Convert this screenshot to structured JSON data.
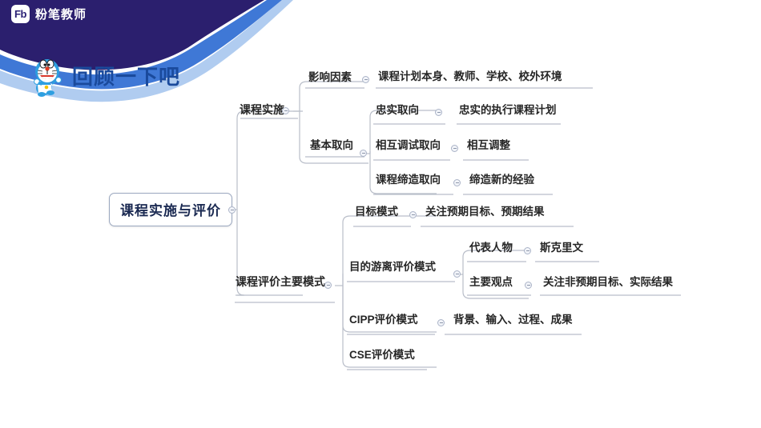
{
  "banner": {
    "logo_mark": "Fb",
    "brand": "粉笔教师",
    "colors": {
      "navy": "#2b1f6e",
      "blue": "#3a74d8",
      "light_blue": "#6aa6e8"
    }
  },
  "heading": {
    "mascot": "doraemon-icon",
    "title": "回顾一下吧",
    "color": "#1a4a9c"
  },
  "mindmap": {
    "root": "课程实施与评价",
    "toggle_icon": "collapse-toggle-icon",
    "nodes": {
      "l1_a": "课程实施",
      "l1_b": "课程评价主要模式",
      "l2_a1": "影响因素",
      "l2_a2": "基本取向",
      "l3_a1": "课程计划本身、教师、学校、校外环境",
      "l3_a2": "忠实取向",
      "l3_a3": "相互调试取向",
      "l3_a4": "课程缔造取向",
      "l4_a2": "忠实的执行课程计划",
      "l4_a3": "相互调整",
      "l4_a4": "缔造新的经验",
      "l2_b1": "目标模式",
      "l2_b2": "目的游离评价模式",
      "l2_b3": "CIPP评价模式",
      "l2_b4": "CSE评价模式",
      "l3_b1": "关注预期目标、预期结果",
      "l3_b2a": "代表人物",
      "l3_b2b": "主要观点",
      "l3_b3": "背景、输入、过程、成果",
      "l4_b2a": "斯克里文",
      "l4_b2b": "关注非预期目标、实际结果"
    }
  }
}
